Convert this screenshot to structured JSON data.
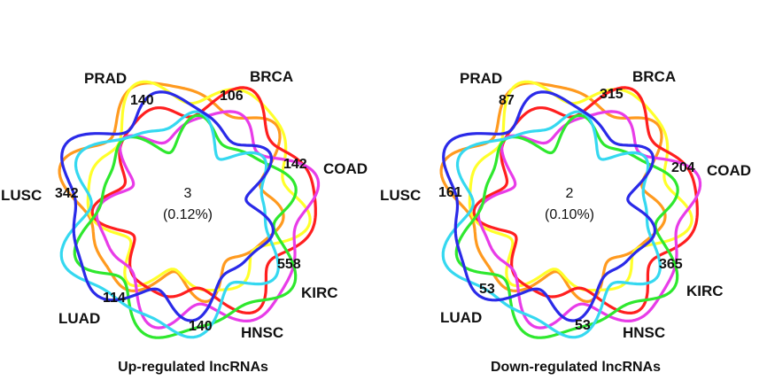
{
  "colors": {
    "set_colors": [
      "#ff9a1f",
      "#ffff2a",
      "#ff1f1f",
      "#e83ce8",
      "#2ee82e",
      "#35d8f0",
      "#2a2ae8"
    ]
  },
  "diagrams": [
    {
      "caption": "Up-regulated lncRNAs",
      "center_count": "3",
      "center_percent": "(0.12%)",
      "sets": [
        {
          "name": "PRAD",
          "count": "140"
        },
        {
          "name": "BRCA",
          "count": "106"
        },
        {
          "name": "COAD",
          "count": "142"
        },
        {
          "name": "KIRC",
          "count": "558"
        },
        {
          "name": "HNSC",
          "count": "140"
        },
        {
          "name": "LUAD",
          "count": "114"
        },
        {
          "name": "LUSC",
          "count": "342"
        }
      ]
    },
    {
      "caption": "Down-regulated lncRNAs",
      "center_count": "2",
      "center_percent": "(0.10%)",
      "sets": [
        {
          "name": "PRAD",
          "count": "87"
        },
        {
          "name": "BRCA",
          "count": "315"
        },
        {
          "name": "COAD",
          "count": "204"
        },
        {
          "name": "KIRC",
          "count": "365"
        },
        {
          "name": "HNSC",
          "count": "53"
        },
        {
          "name": "LUAD",
          "count": "53"
        },
        {
          "name": "LUSC",
          "count": "161"
        }
      ]
    }
  ]
}
